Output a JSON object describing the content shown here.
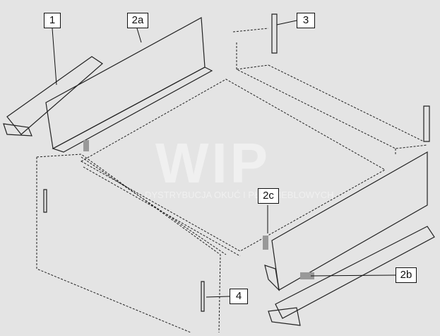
{
  "labels": {
    "l1": "1",
    "l2a": "2a",
    "l3": "3",
    "l2c": "2c",
    "l2b": "2b",
    "l4": "4"
  },
  "watermark": {
    "logo": "WIP",
    "tagline": "DYSTRYBUCJA OKUĆ I PŁYT MEBLOWYCH"
  },
  "colors": {
    "background": "#e4e4e4",
    "line": "#222222"
  }
}
